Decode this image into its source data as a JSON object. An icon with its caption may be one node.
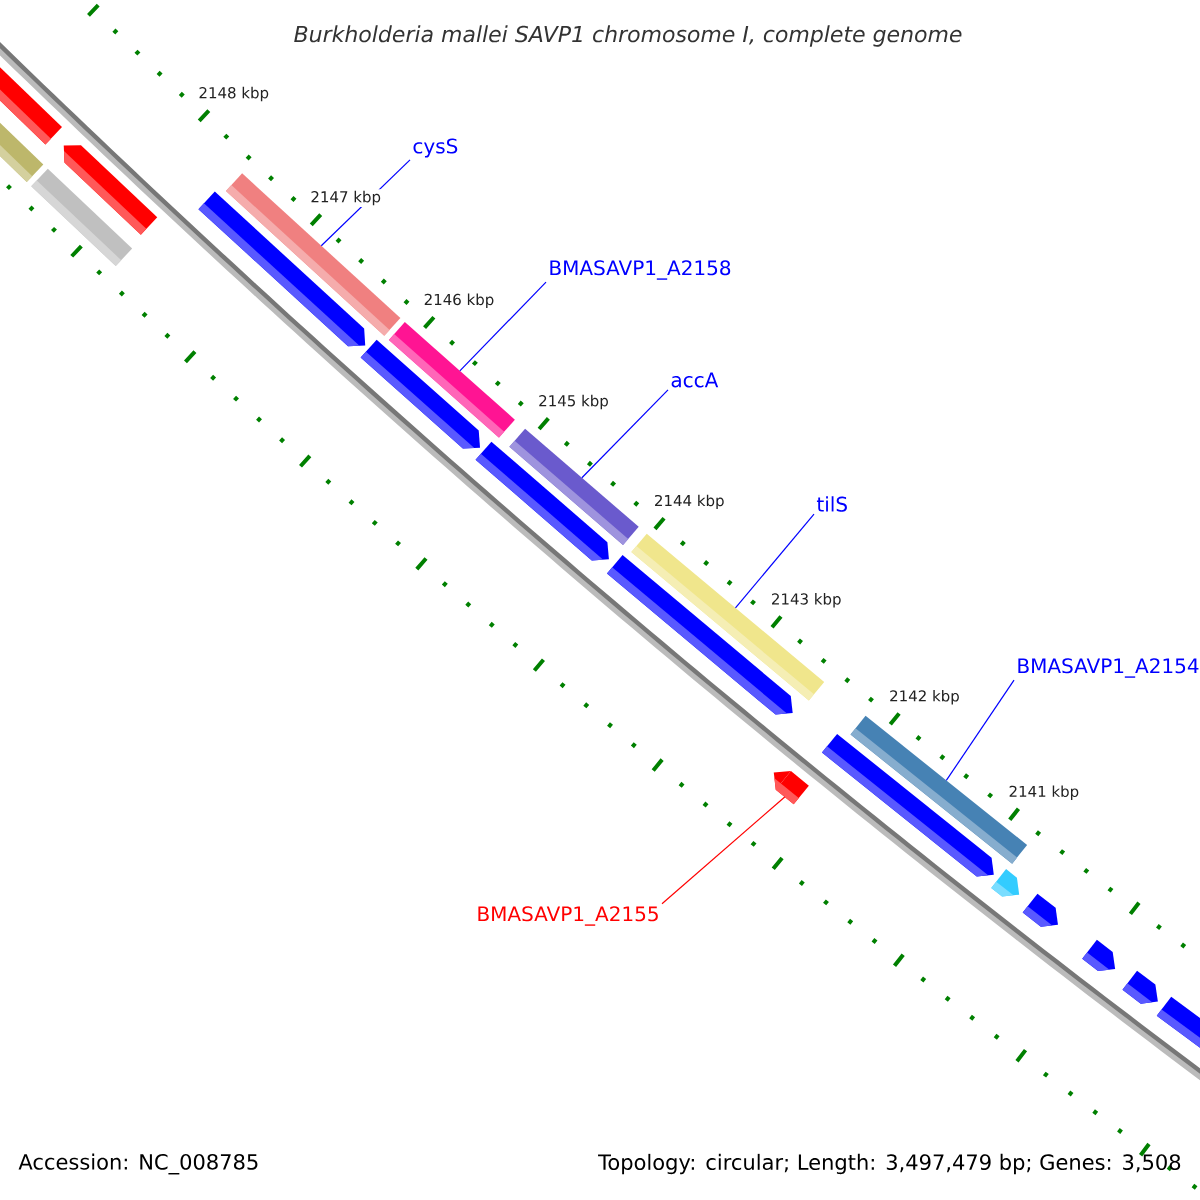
{
  "diagram": {
    "title": "Burkholderia mallei SAVP1 chromosome I, complete genome",
    "nodes": [
      {
        "text": [
          "cysS"
        ]
      },
      {
        "text": [],
        "shape": "bar"
      },
      {
        "text": [
          "BMASAVP1_A2158"
        ]
      },
      {
        "text": [],
        "shape": "bar"
      },
      {
        "text": [
          "accA"
        ]
      },
      {
        "text": [],
        "shape": "bar"
      },
      {
        "text": [
          "tilS"
        ]
      },
      {
        "text": [],
        "shape": "bar"
      },
      {
        "text": [
          "BMASAVP1_A2154"
        ]
      },
      {
        "text": [],
        "shape": "bar"
      },
      {
        "text": [],
        "shape": "bar"
      },
      {
        "text": [
          "BMASAVP1_A2155"
        ]
      }
    ],
    "edges": [
      {
        "from": 0,
        "to": 1,
        "arrow": "none"
      },
      {
        "from": 2,
        "to": 3,
        "arrow": "none"
      },
      {
        "from": 4,
        "to": 5,
        "arrow": "none"
      },
      {
        "from": 6,
        "to": 7,
        "arrow": "none"
      },
      {
        "from": 8,
        "to": 9,
        "arrow": "none"
      },
      {
        "from": 11,
        "to": 10,
        "arrow": "none",
        "color": "#ff0000"
      }
    ],
    "labels": [
      "2148 kbp",
      "2147 kbp",
      "2146 kbp",
      "2145 kbp",
      "2144 kbp",
      "2143 kbp",
      "2142 kbp",
      "2141 kbp",
      "Accession: NC_008785",
      "Topology: circular; Length: 3,497,479 bp; Genes: 3,508"
    ]
  }
}
